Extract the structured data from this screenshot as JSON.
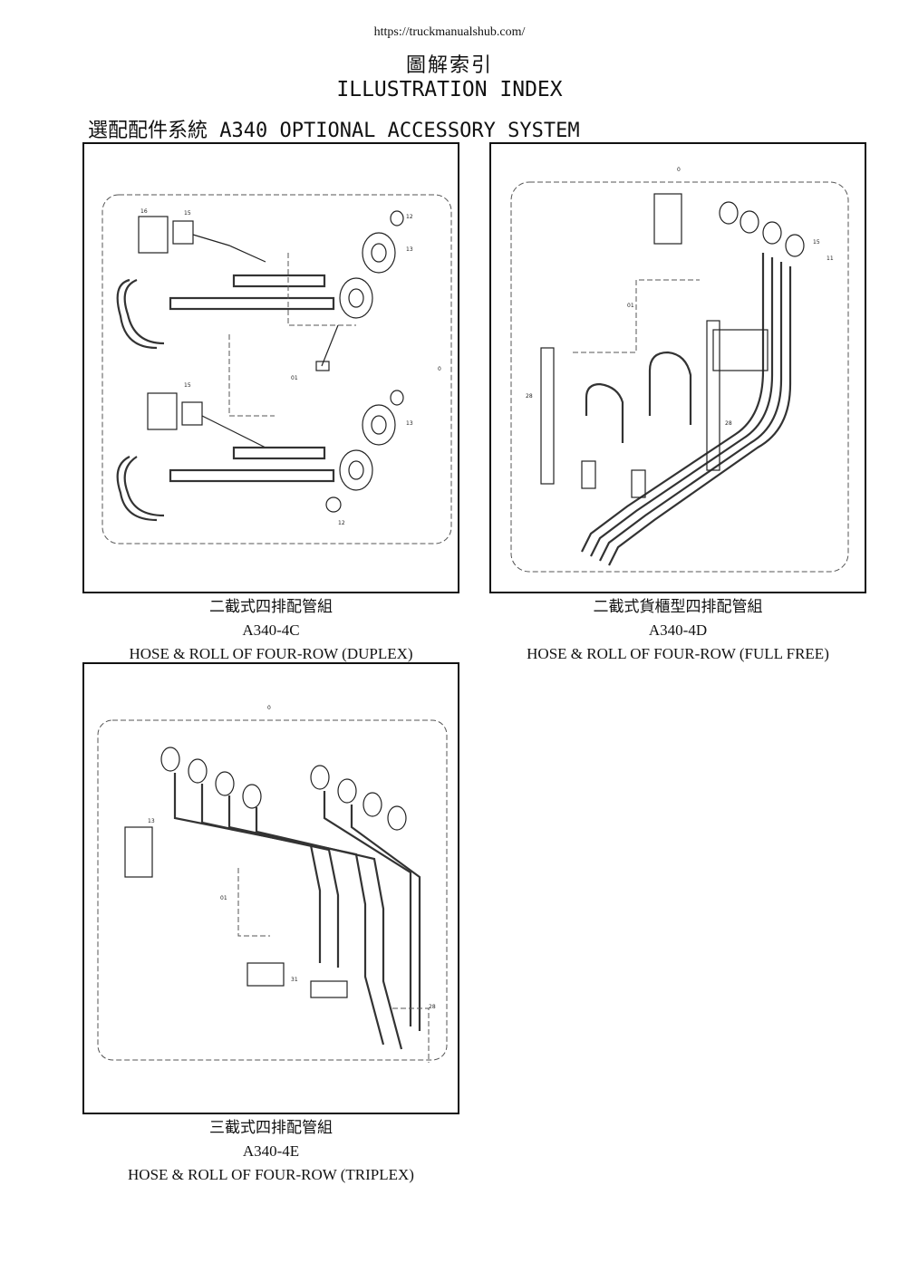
{
  "header": {
    "url": "https://truckmanualshub.com/",
    "title_cn": "圖解索引",
    "title_en": "ILLUSTRATION INDEX",
    "section": "選配配件系統 A340 OPTIONAL ACCESSORY SYSTEM"
  },
  "figures": [
    {
      "caption_cn": "二截式四排配管組",
      "code": "A340-4C",
      "caption_en": "HOSE & ROLL OF  FOUR-ROW (DUPLEX)"
    },
    {
      "caption_cn": "二截式貨櫃型四排配管組",
      "code": "A340-4D",
      "caption_en": "HOSE & ROLL OF  FOUR-ROW (FULL FREE)"
    },
    {
      "caption_cn": "三截式四排配管組",
      "code": "A340-4E",
      "caption_en": "HOSE & ROLL OF  FOUR-ROW (TRIPLEX)"
    }
  ]
}
